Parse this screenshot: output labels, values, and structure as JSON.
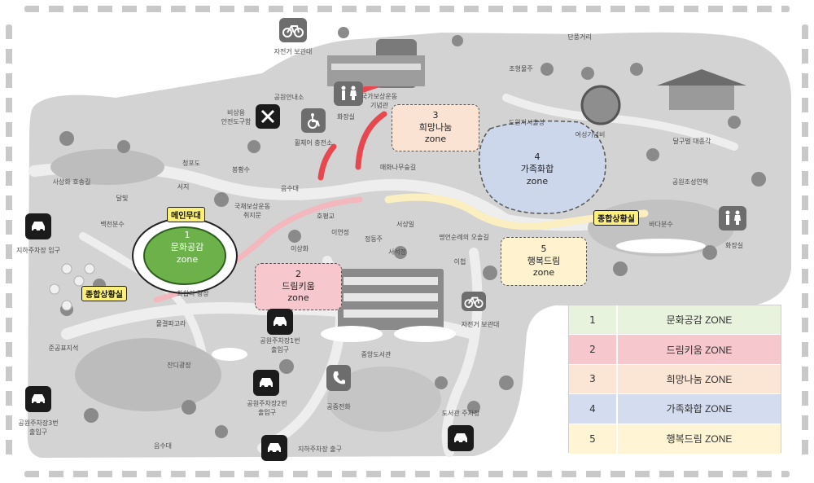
{
  "map": {
    "zones": [
      {
        "num": "1",
        "name": "문화공감",
        "sub": "zone",
        "color": "#6ab04c"
      },
      {
        "num": "2",
        "name": "드림키움",
        "sub": "zone",
        "color": "#f7c9cc"
      },
      {
        "num": "3",
        "name": "희망나눔",
        "sub": "zone",
        "color": "#fbe3d3"
      },
      {
        "num": "4",
        "name": "가족화합",
        "sub": "zone",
        "color": "#ccd7ee"
      },
      {
        "num": "5",
        "name": "행복드림",
        "sub": "zone",
        "color": "#fff2cf"
      }
    ],
    "tags": {
      "main_stage": "메인무대",
      "control_room_left": "종합상황실",
      "control_room_right": "종합상황실"
    },
    "labels": {
      "bike_rental_top": "자전거 보관대",
      "park_info": "공원안내소",
      "emergency_tools": "비상용\n안전도구함",
      "restroom_top": "화장실",
      "wheelchair": "휠체어 충전소",
      "memorial_hall": "국가보상운동\n기념관",
      "dangugeori": "단풍거리",
      "joyeong": "조형물주",
      "doyeong": "도원지시출상",
      "yeoseong": "여성기념비",
      "dalgubeol": "달구벌 대종각",
      "park_history": "공원조성연혁",
      "cheongpodo": "청포도",
      "bonghwangsu": "봉황수",
      "eumsudae_top": "음수대",
      "mae": "매화나무숲길",
      "sangwha_hall": "사상화 호송길",
      "dalbit": "달빛",
      "seoji": "서지",
      "gukchae": "국채보상운동\n취지문",
      "baekcheon": "백천분수",
      "underground_entry": "지하주차장 입구",
      "hwaham": "화합의 광장",
      "hopyeong": "호평교",
      "sangwha_flower": "이상화",
      "yiyeon": "이연정",
      "jeongho": "정동주",
      "seosangil": "서상일",
      "seoseong": "서석정",
      "myeongin": "명언순례의 오솔길",
      "ichaeng": "이첩",
      "eunpung": "바다분수",
      "restroom_right": "화장실",
      "bike_rental_mid": "자전거 보관대",
      "mulgyeol": "물결파고라",
      "junggong": "준공표지석",
      "parking1": "공원주차장1번\n출입구",
      "jungang_lib": "중앙도서관",
      "jandi": "잔디광장",
      "parking2": "공원주차장2번\n출입구",
      "public_phone": "공중전화",
      "lib_parking": "도서관 주차장",
      "parking3": "공원주차장3번\n출입구",
      "eumsudae_bottom": "음수대",
      "underground_exit": "지하주차장 출구"
    },
    "legend": [
      {
        "num": "1",
        "name": "문화공감 ZONE",
        "color": "#e7f3dd"
      },
      {
        "num": "2",
        "name": "드림키움 ZONE",
        "color": "#f6c7cc"
      },
      {
        "num": "3",
        "name": "희망나눔 ZONE",
        "color": "#fbe5d5"
      },
      {
        "num": "4",
        "name": "가족화합 ZONE",
        "color": "#d4dcef"
      },
      {
        "num": "5",
        "name": "행복드림 ZONE",
        "color": "#fff4d3"
      }
    ],
    "icons": [
      "bicycle-icon",
      "tools-icon",
      "restroom-icon",
      "wheelchair-icon",
      "car-icon",
      "phone-icon"
    ]
  }
}
